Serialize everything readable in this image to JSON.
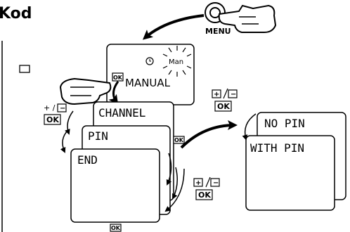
{
  "heading": "Kod",
  "menu_label": "MENU",
  "ok_label": "OK",
  "plus_minus_plain": "+ /",
  "plus_symbol": "+",
  "minus_symbol": "−",
  "display_top": {
    "mode_text": "Man",
    "mode_label": "MANUAL"
  },
  "screens": {
    "channel": "CHANNEL",
    "pin": "PIN",
    "end": "END",
    "no_pin": "NO PIN",
    "with_pin": "WITH PIN"
  },
  "icons": [
    "hand-pointer-icon",
    "clock-icon",
    "sun-burst-icon",
    "curved-arrow-icon",
    "checkbox-icon"
  ]
}
